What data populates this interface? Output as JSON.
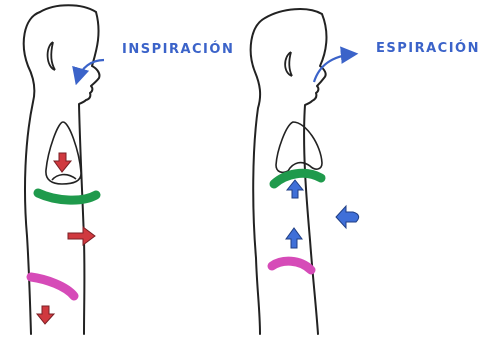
{
  "labels": {
    "left": "INSPIRACIÓN",
    "right": "ESPIRACIÓN"
  },
  "colors": {
    "outline": "#222222",
    "blue_label": "#3b63c9",
    "diaphragm": "#1f9a4c",
    "pelvic_floor": "#d64bb8",
    "red_arrow": "#d0393f",
    "blue_arrow": "#3f6fd8"
  },
  "figures": [
    {
      "id": "left-figure",
      "breath_direction": "in",
      "diaphragm_arrow": "down",
      "abdomen_arrow": "out",
      "pelvic_floor_arrow": "down"
    },
    {
      "id": "right-figure",
      "breath_direction": "out",
      "diaphragm_arrow": "up",
      "abdomen_arrow": "in",
      "pelvic_floor_arrow": "up"
    }
  ]
}
